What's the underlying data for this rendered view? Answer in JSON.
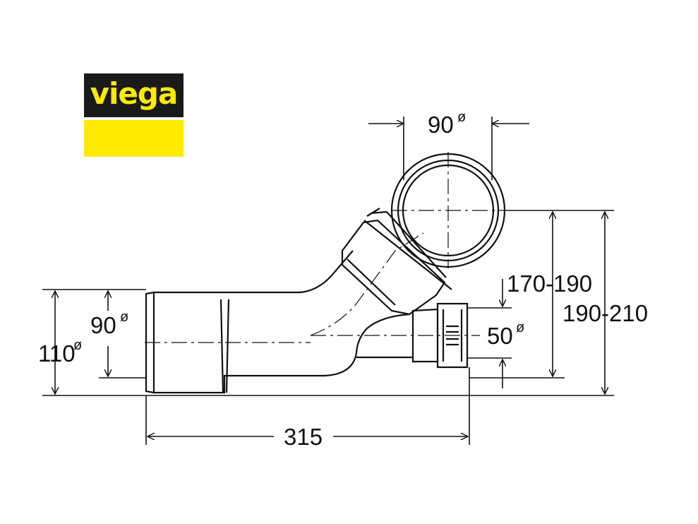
{
  "logo": {
    "text": "viega",
    "colors": {
      "black": "#1a1a1a",
      "yellow": "#ffea00"
    }
  },
  "dimensions": {
    "top_diameter": "90",
    "diameter_symbol": "ø",
    "rise_inner": "170-190",
    "rise_outer": "190-210",
    "branch_diameter": "50",
    "inlet_inner_diameter": "90",
    "inlet_outer_diameter": "110",
    "length": "315"
  }
}
